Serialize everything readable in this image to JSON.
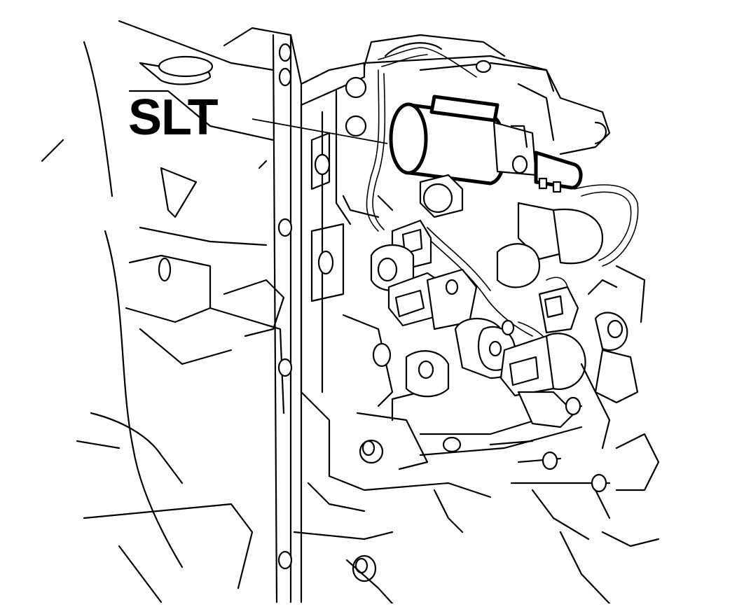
{
  "diagram": {
    "callouts": [
      {
        "id": "slt",
        "label": "SLT",
        "component": "shift-solenoid-valve-slt"
      }
    ],
    "colors": {
      "line": "#000000",
      "background": "#ffffff"
    }
  }
}
